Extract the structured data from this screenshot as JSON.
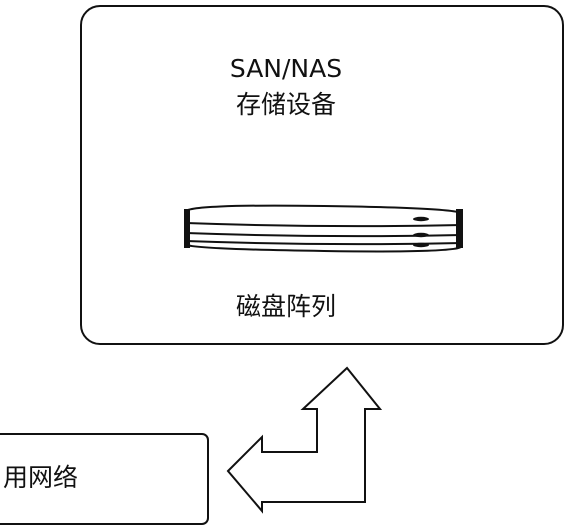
{
  "storage": {
    "title": "SAN/NAS",
    "subtitle": "存储设备",
    "array_label": "磁盘阵列"
  },
  "network": {
    "label": "用网络"
  }
}
